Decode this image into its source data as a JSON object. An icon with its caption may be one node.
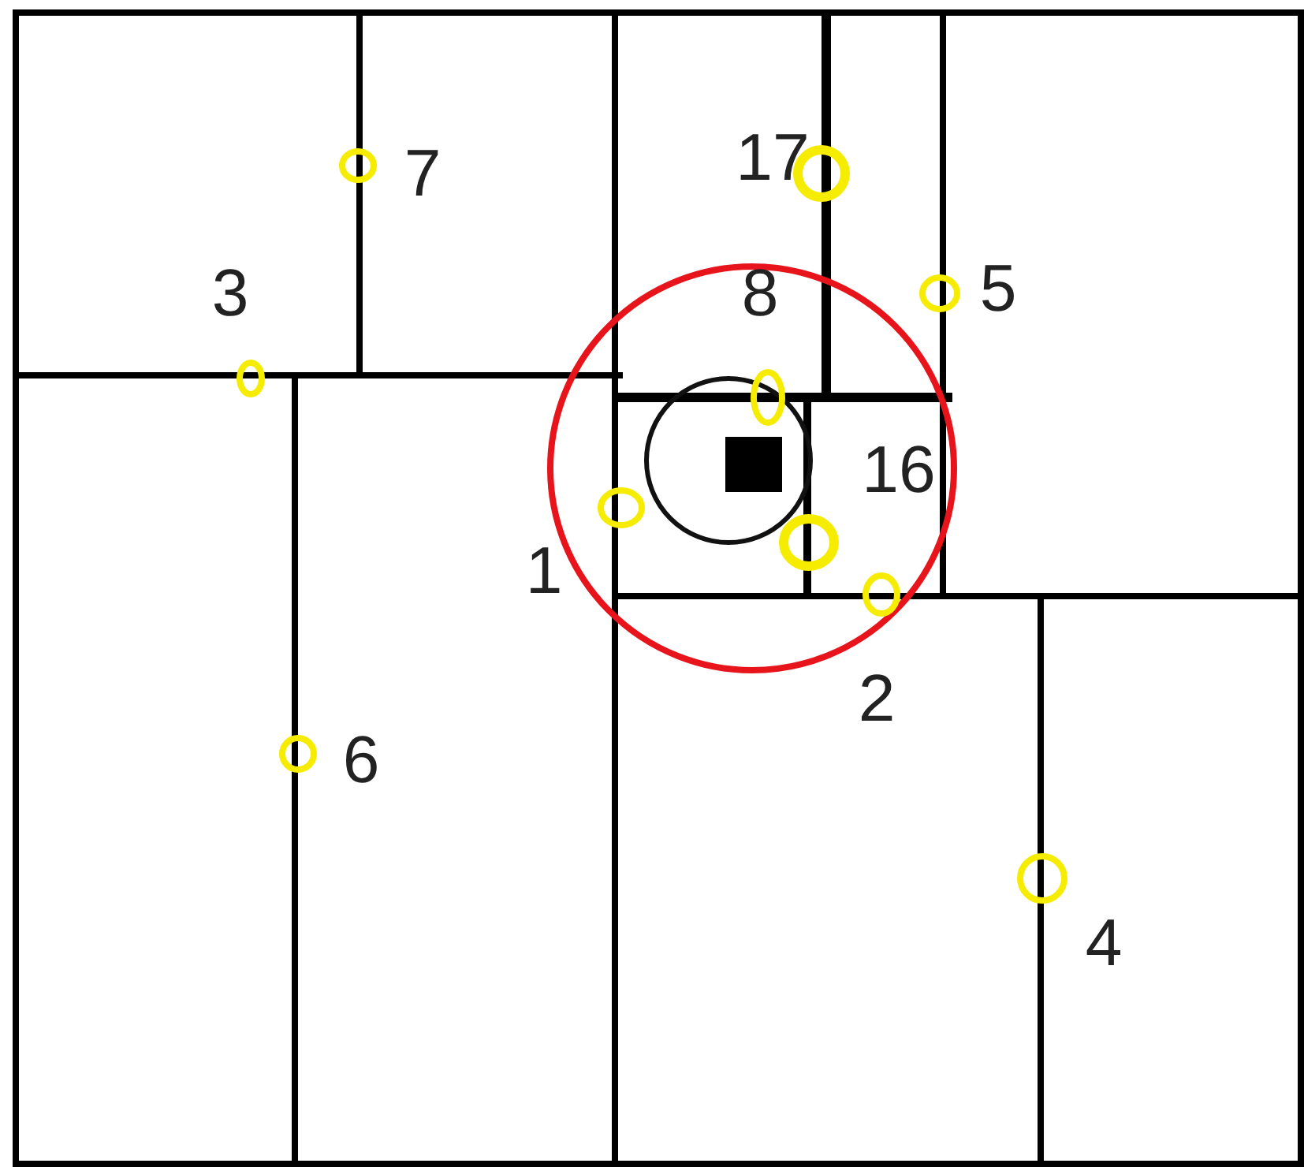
{
  "diagram": {
    "labels": [
      "7",
      "17",
      "3",
      "8",
      "5",
      "16",
      "1",
      "6",
      "2",
      "4"
    ]
  }
}
